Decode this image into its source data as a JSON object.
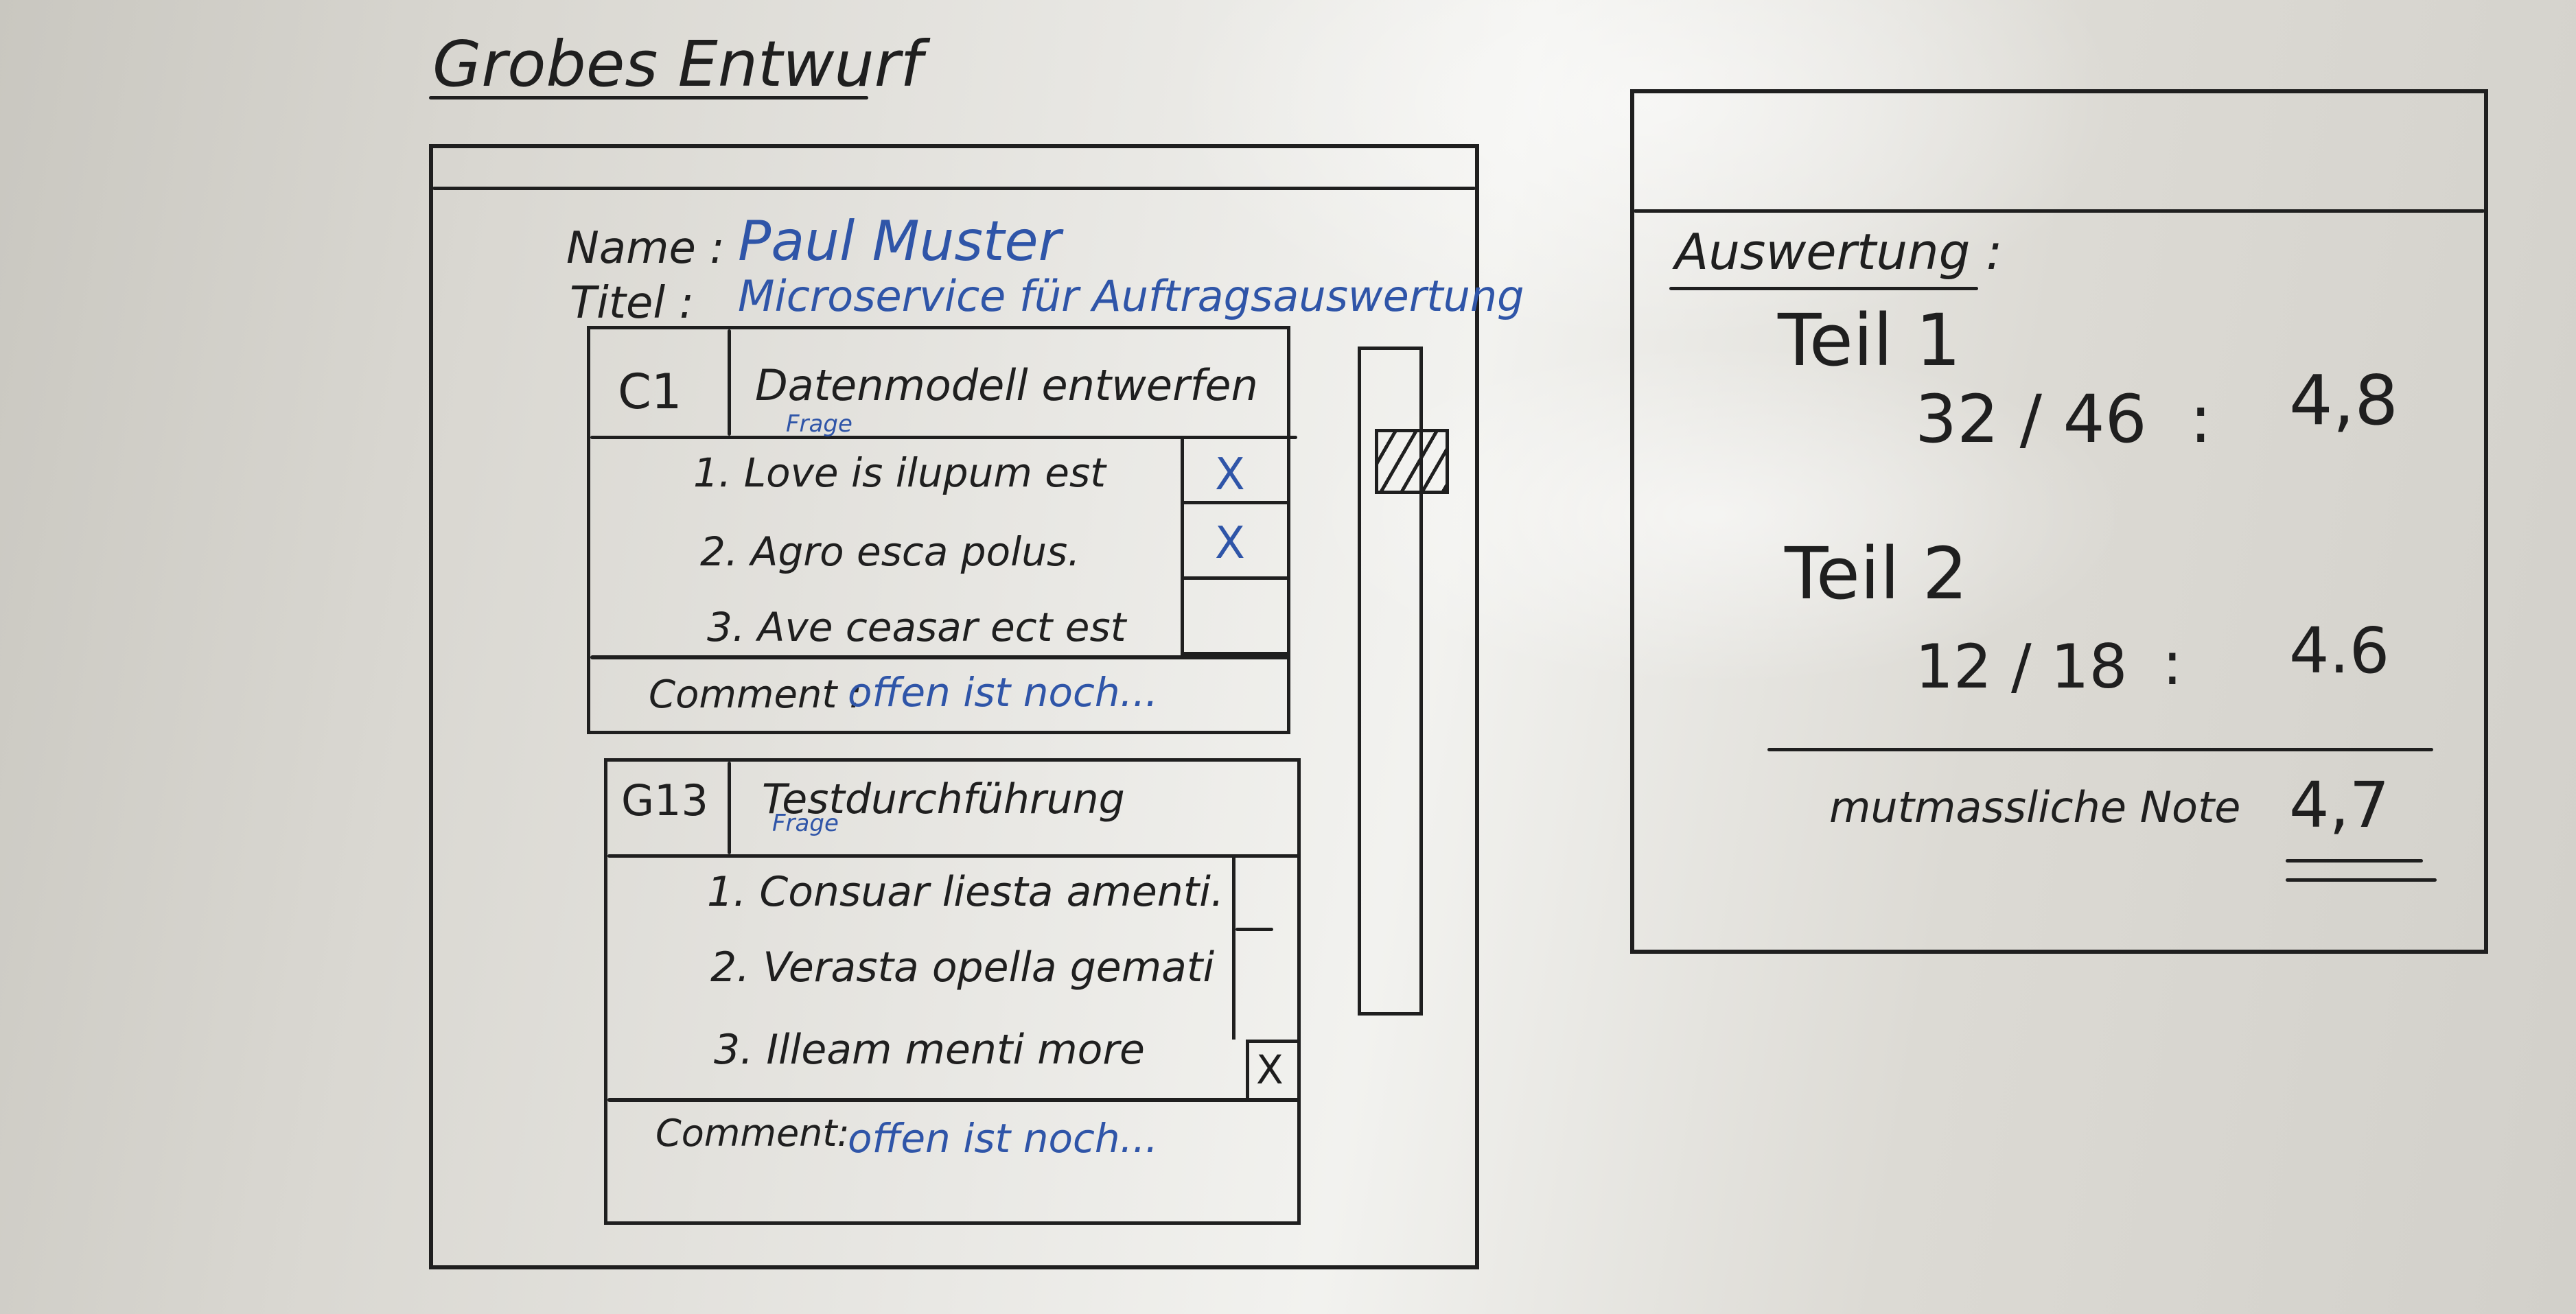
{
  "board": {
    "title": "Grobes Entwurf"
  },
  "form": {
    "name_label": "Name :",
    "name_value": "Paul Muster",
    "title_label": "Titel :",
    "title_value": "Microservice für Auftragsauswertung",
    "sections": [
      {
        "code": "C1",
        "heading": "Datenmodell entwerfen",
        "subtag": "Frage",
        "questions": [
          {
            "text": "1. Love is ilupum est",
            "checked": true
          },
          {
            "text": "2. Agro esca polus.",
            "checked": true
          },
          {
            "text": "3. Ave ceasar ect est",
            "checked": false
          }
        ],
        "comment_label": "Comment :",
        "comment_value": "offen ist noch..."
      },
      {
        "code": "G13",
        "heading": "Testdurchführung",
        "subtag": "Frage",
        "questions": [
          {
            "text": "1. Consuar liesta amenti.",
            "checked": false
          },
          {
            "text": "2. Verasta opella gemati",
            "checked": false
          },
          {
            "text": "3. Illeam menti more",
            "checked": true
          }
        ],
        "comment_label": "Comment:",
        "comment_value": "offen ist noch..."
      }
    ],
    "check_mark": "X"
  },
  "evaluation": {
    "heading": "Auswertung :",
    "parts": [
      {
        "label": "Teil 1",
        "score": "32 / 46",
        "separator": ":",
        "grade": "4,8"
      },
      {
        "label": "Teil 2",
        "score": "12 / 18",
        "separator": ":",
        "grade": "4.6"
      }
    ],
    "final_label": "mutmassliche Note",
    "final_grade": "4,7"
  }
}
